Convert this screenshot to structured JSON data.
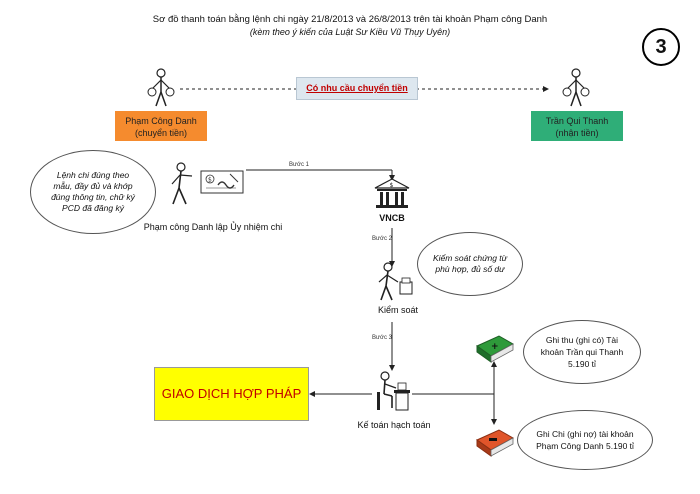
{
  "header": {
    "title": "Sơ đồ thanh toán bằng lệnh chi ngày 21/8/2013 và 26/8/2013 trên tài khoản Phạm công Danh",
    "subtitle": "(kèm theo ý kiến của Luật Sư Kiều Vũ Thụy Uyên)",
    "badge": "3"
  },
  "top_row": {
    "need_label": "Có nhu cầu chuyển tiền",
    "sender_name": "Phạm Công Danh",
    "sender_role": "(chuyển tiền)",
    "receiver_name": "Trần Qui Thanh",
    "receiver_role": "(nhận tiền)",
    "sender_color": "#f58b2e",
    "receiver_color": "#2fae78"
  },
  "flow": {
    "bubble_order": "Lệnh chi đúng theo mẫu, đầy đủ và khớp đúng thông tin, chữ ký PCD đã đăng ký",
    "order_caption": "Phạm công Danh lập Ủy nhiệm chi",
    "step1": "Bước 1",
    "bank_label": "VNCB",
    "step2": "Bước 2",
    "bubble_control": "Kiểm soát chứng từ phù hợp, đủ số dư",
    "control_label": "Kiểm soát",
    "step3": "Bước 3",
    "accountant_label": "Kế toán hạch toán",
    "legal_label": "GIAO DỊCH HỢP PHÁP",
    "legal_color": "#ffff00"
  },
  "ledger": {
    "credit_text": "Ghi thu (ghi có) Tài khoản Trần qui Thanh 5.190 tỉ",
    "debit_text": "Ghi Chi (ghi nợ) tài khoản Phạm Công Danh 5.190 tỉ",
    "credit_color": "#2e9a3a",
    "debit_color": "#e0552a"
  }
}
